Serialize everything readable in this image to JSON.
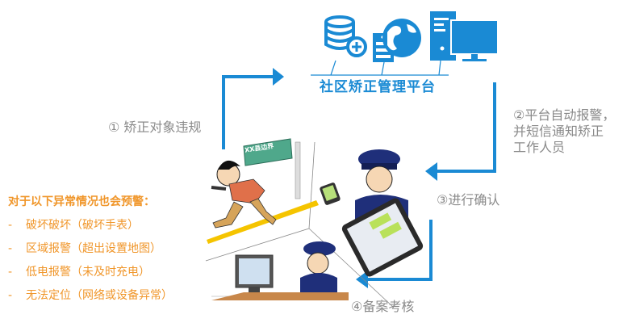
{
  "platform": {
    "title": "社区矫正管理平台",
    "icons": [
      "database-add-icon",
      "server-icon",
      "globe-icon",
      "desktop-computer-icon"
    ]
  },
  "steps": [
    {
      "label": "① 矫正对象违规"
    },
    {
      "lines": [
        "②平台自动报警，",
        "并短信通知矫正",
        "工作人员"
      ]
    },
    {
      "label": "③进行确认"
    },
    {
      "label": "④备案考核"
    }
  ],
  "warnings": {
    "heading": "对于以下异常情况也会预警：",
    "items": [
      {
        "dash": "-",
        "text": "破坏破坏（破坏手表）"
      },
      {
        "dash": "-",
        "text": "区域报警（超出设置地图）"
      },
      {
        "dash": "-",
        "text": "低电报警（未及时充电）"
      },
      {
        "dash": "-",
        "text": "无法定位（网络或设备异常）"
      }
    ]
  },
  "illustration": {
    "sign_text": "XX县边界"
  },
  "colors": {
    "accent_blue": "#1a8ad4",
    "warning_orange": "#f0962a",
    "step_gray": "#8a8a8a"
  }
}
